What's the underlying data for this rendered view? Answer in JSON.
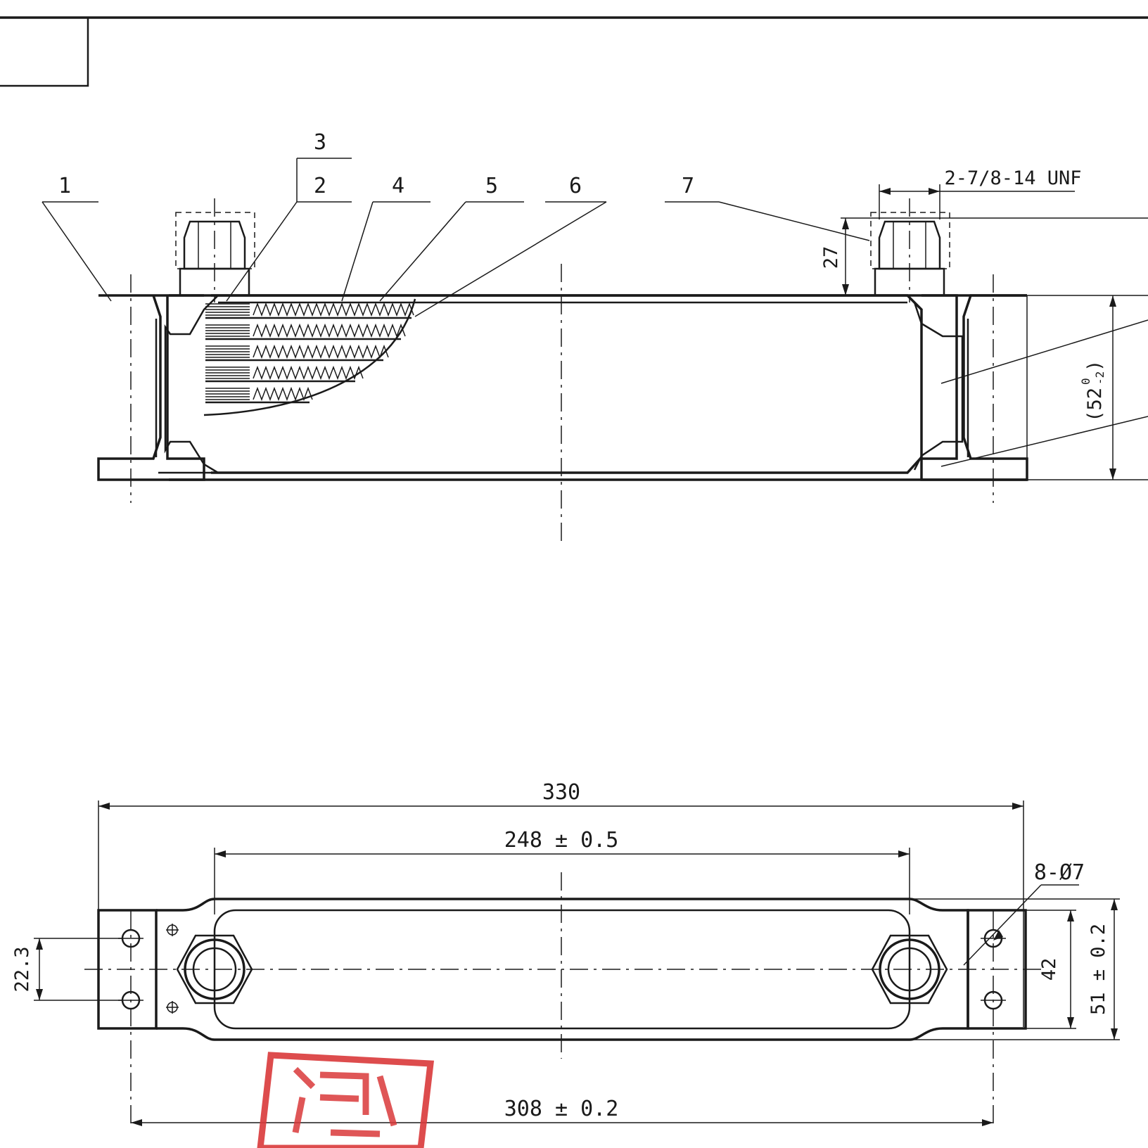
{
  "title_block": {
    "frame": ""
  },
  "side_view": {
    "balloons": [
      "1",
      "2",
      "3",
      "4",
      "5",
      "6",
      "7"
    ],
    "thread_spec": "2-7/8-14 UNF",
    "fitting_height": "27",
    "body_height": "(52",
    "body_height_tolerance_upper": "0",
    "body_height_tolerance_lower": "-2",
    "body_height_close": ")"
  },
  "plan_view": {
    "overall_length": "330",
    "port_spacing": "248 ± 0.5",
    "hole_spec": "8-Ø7",
    "hole_pitch_vertical": "22.3",
    "core_width": "42",
    "overall_width": "51 ± 0.2",
    "hole_spacing": "308 ± 0.2"
  },
  "stamp": {
    "text": ""
  },
  "colors": {
    "line": "#1a1a1a",
    "stamp": "#d9383a"
  }
}
